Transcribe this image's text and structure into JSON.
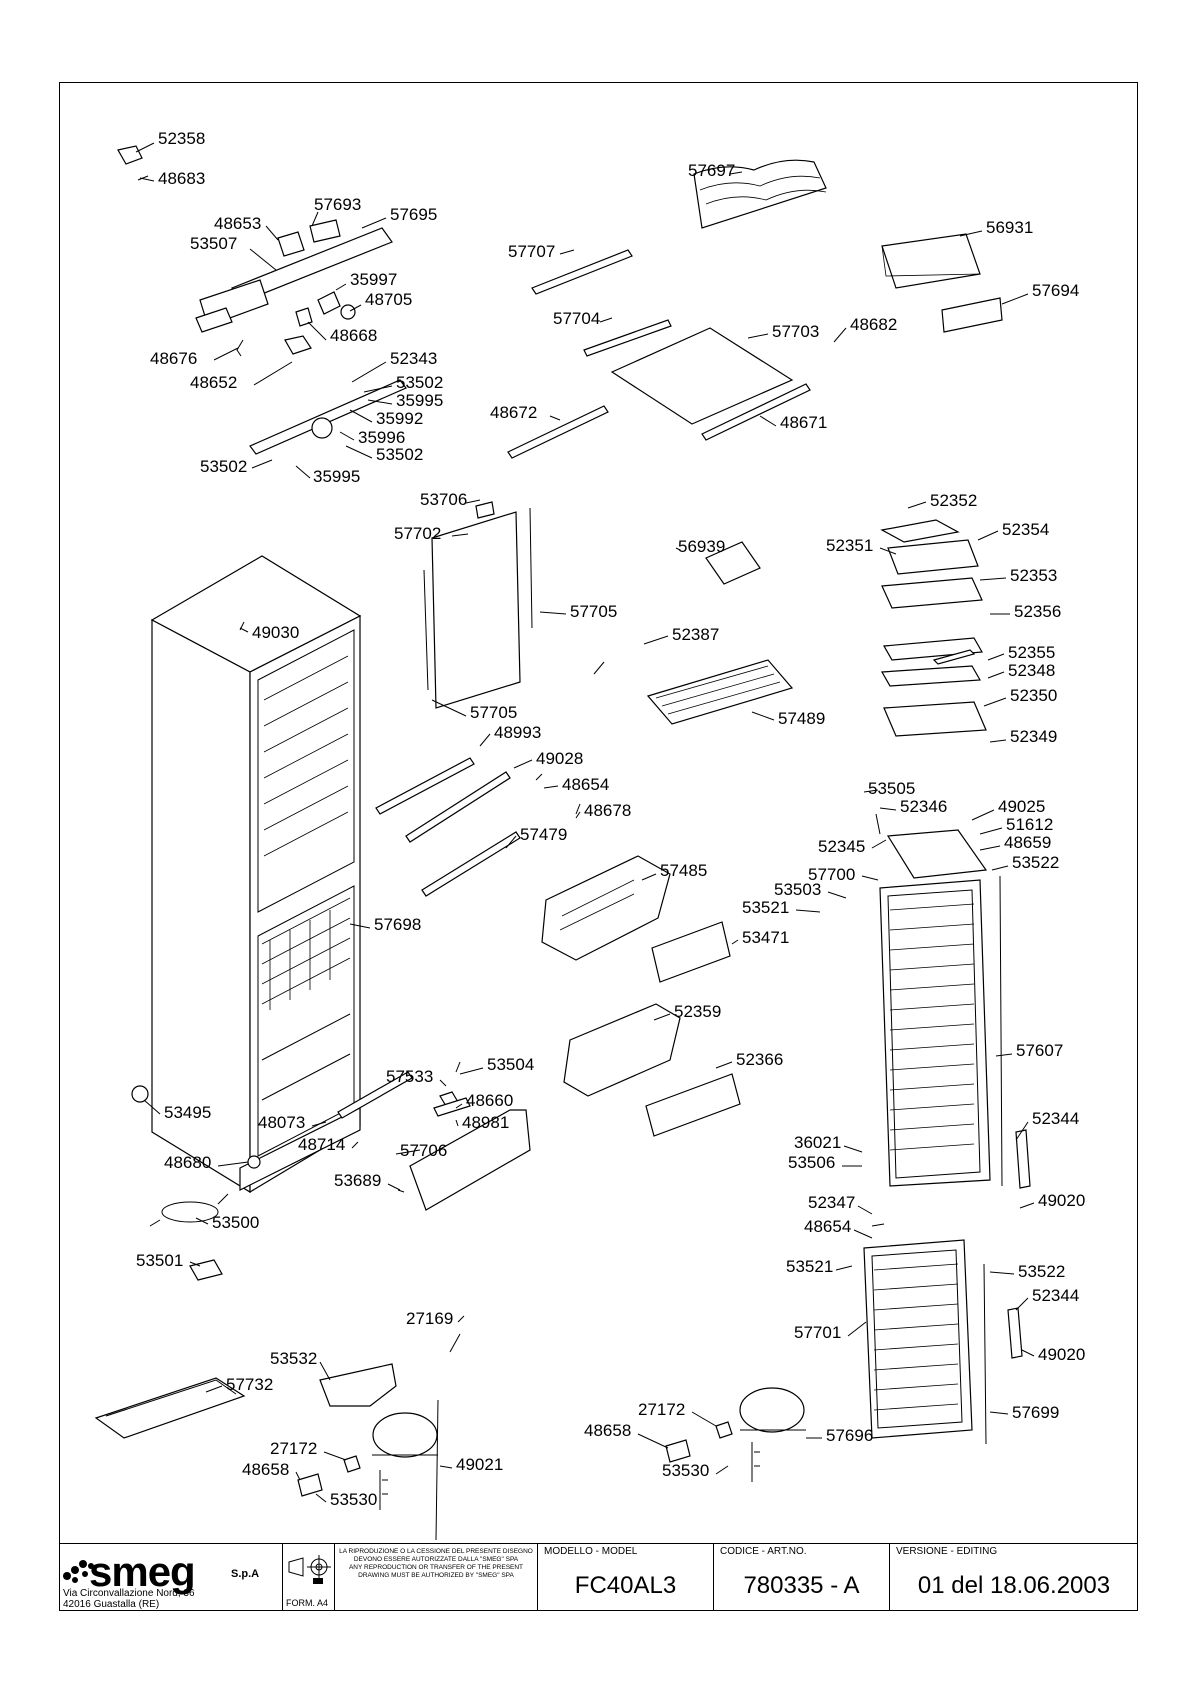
{
  "callouts": [
    "52358",
    "48683",
    "48653",
    "57693",
    "57695",
    "53507",
    "35997",
    "48705",
    "48668",
    "48676",
    "48652",
    "52343",
    "53502",
    "35995",
    "35992",
    "35996",
    "53502",
    "53502",
    "35995",
    "57697",
    "56931",
    "57694",
    "57707",
    "57704",
    "57703",
    "48682",
    "48672",
    "48671",
    "53706",
    "57702",
    "57705",
    "57705",
    "56939",
    "52387",
    "57489",
    "52352",
    "52354",
    "52351",
    "52353",
    "52356",
    "52355",
    "52348",
    "52350",
    "52349",
    "49030",
    "48993",
    "49028",
    "48654",
    "48678",
    "57479",
    "57698",
    "53505",
    "52346",
    "49025",
    "51612",
    "48659",
    "52345",
    "53522",
    "57700",
    "53503",
    "53521",
    "57485",
    "53471",
    "52359",
    "52366",
    "57607",
    "52344",
    "49020",
    "53504",
    "57533",
    "48660",
    "48981",
    "53495",
    "48073",
    "48714",
    "57706",
    "48680",
    "53689",
    "36021",
    "53506",
    "52347",
    "48654",
    "53521",
    "53522",
    "52344",
    "49020",
    "57701",
    "57699",
    "53500",
    "53501",
    "27169",
    "53532",
    "57732",
    "27172",
    "48658",
    "53530",
    "49021",
    "27172",
    "48658",
    "53530",
    "57696"
  ],
  "title_block": {
    "brand": "smeg",
    "brand_suffix": "S.p.A",
    "address_line1": "Via Circonvallazione Nord, 36",
    "address_line2": "42016  Guastalla (RE)",
    "form": "FORM. A4",
    "legal_it": "LA RIPRODUZIONE O LA CESSIONE DEL PRESENTE DISEGNO DEVONO ESSERE AUTORIZZATE DALLA \"SMEG\" SPA",
    "legal_en": "ANY REPRODUCTION OR TRANSFER OF THE PRESENT DRAWING MUST BE AUTHORIZED BY \"SMEG\" SPA",
    "model_label": "MODELLO - MODEL",
    "model_value": "FC40AL3",
    "code_label": "CODICE - ART.NO.",
    "code_value": "780335 - A",
    "version_label": "VERSIONE - EDITING",
    "version_value": "01 del 18.06.2003"
  }
}
